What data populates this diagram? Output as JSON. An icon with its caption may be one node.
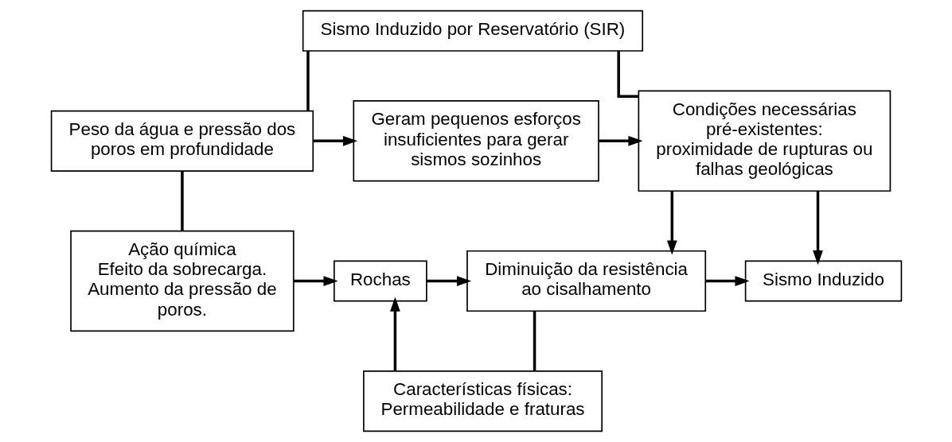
{
  "diagram": {
    "nodes": [
      {
        "text": [
          "Sismo Induzido por Reservatório (SIR)"
        ]
      },
      {
        "text": [
          "Peso da água e pressão dos poros em profundidade"
        ]
      },
      {
        "text": [
          "Geram pequenos esforços insuficientes para gerar sismos sozinhos"
        ]
      },
      {
        "text": [
          "Condições necessárias pré-existentes: proximidade de rupturas ou falhas geológicas"
        ]
      },
      {
        "text": [
          "Ação química",
          "Efeito da sobrecarga.",
          "Aumento da pressão de poros."
        ]
      },
      {
        "text": [
          "Rochas"
        ]
      },
      {
        "text": [
          "Diminuição da resistência ao cisalhamento"
        ]
      },
      {
        "text": [
          "Sismo Induzido"
        ]
      },
      {
        "text": [
          "Características físicas: Permeabilidade e fraturas"
        ]
      }
    ],
    "edges": [
      {
        "from": 0,
        "to": 1,
        "arrow": "none"
      },
      {
        "from": 0,
        "to": 3,
        "arrow": "none"
      },
      {
        "from": 1,
        "to": 2,
        "arrow": "to"
      },
      {
        "from": 2,
        "to": 3,
        "arrow": "to"
      },
      {
        "from": 1,
        "to": 4,
        "arrow": "none"
      },
      {
        "from": 4,
        "to": 5,
        "arrow": "to"
      },
      {
        "from": 8,
        "to": 5,
        "arrow": "to"
      },
      {
        "from": 5,
        "to": 6,
        "arrow": "to"
      },
      {
        "from": 3,
        "to": 6,
        "arrow": "to"
      },
      {
        "from": 3,
        "to": 7,
        "arrow": "to"
      },
      {
        "from": 6,
        "to": 7,
        "arrow": "to"
      },
      {
        "from": 6,
        "to": 8,
        "arrow": "none"
      }
    ]
  }
}
